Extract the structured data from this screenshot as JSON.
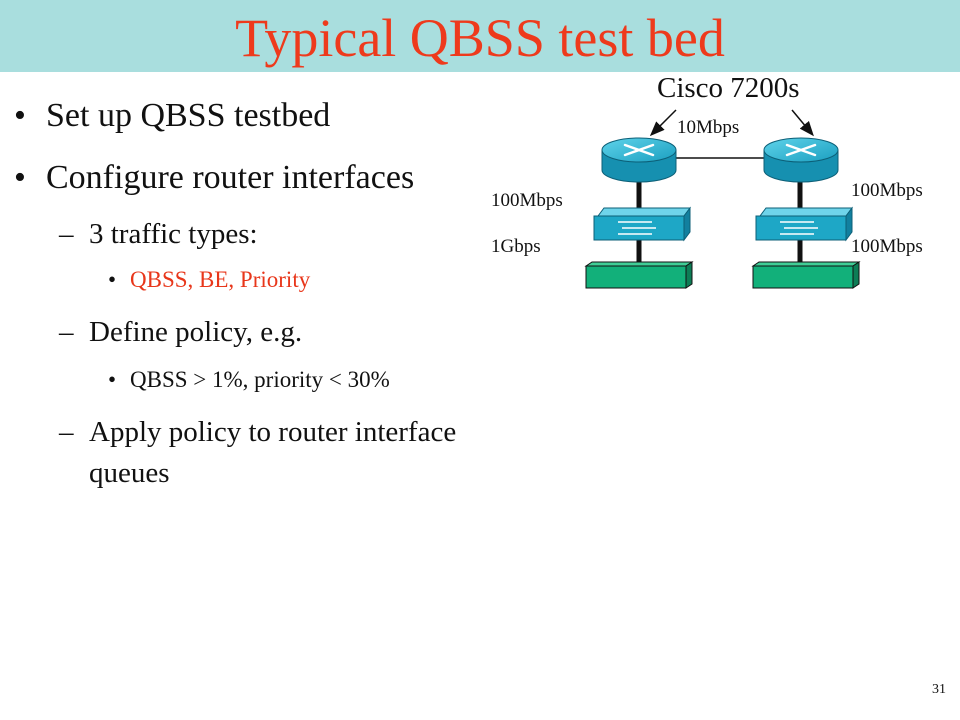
{
  "slide": {
    "title": "Typical QBSS test bed",
    "page_number": "31"
  },
  "bullets": {
    "b1": "Set up QBSS testbed",
    "b2": "Configure router interfaces",
    "sub1": "3 traffic types:",
    "sub1_item": "QBSS, BE, Priority",
    "sub2": "Define policy, e.g.",
    "sub2_item": "QBSS > 1%, priority < 30%",
    "sub3_line1": "Apply policy to router interface",
    "sub3_line2": "queues"
  },
  "diagram": {
    "router_label": "Cisco 7200s",
    "link_router_router": "10Mbps",
    "link_left_router_switch": "100Mbps",
    "link_right_router_switch": "100Mbps",
    "link_left_switch_host": "1Gbps",
    "link_right_switch_host": "100Mbps",
    "colors": {
      "router": "#19a9c6",
      "switch": "#1ea7c6",
      "host": "#12b07a"
    }
  }
}
